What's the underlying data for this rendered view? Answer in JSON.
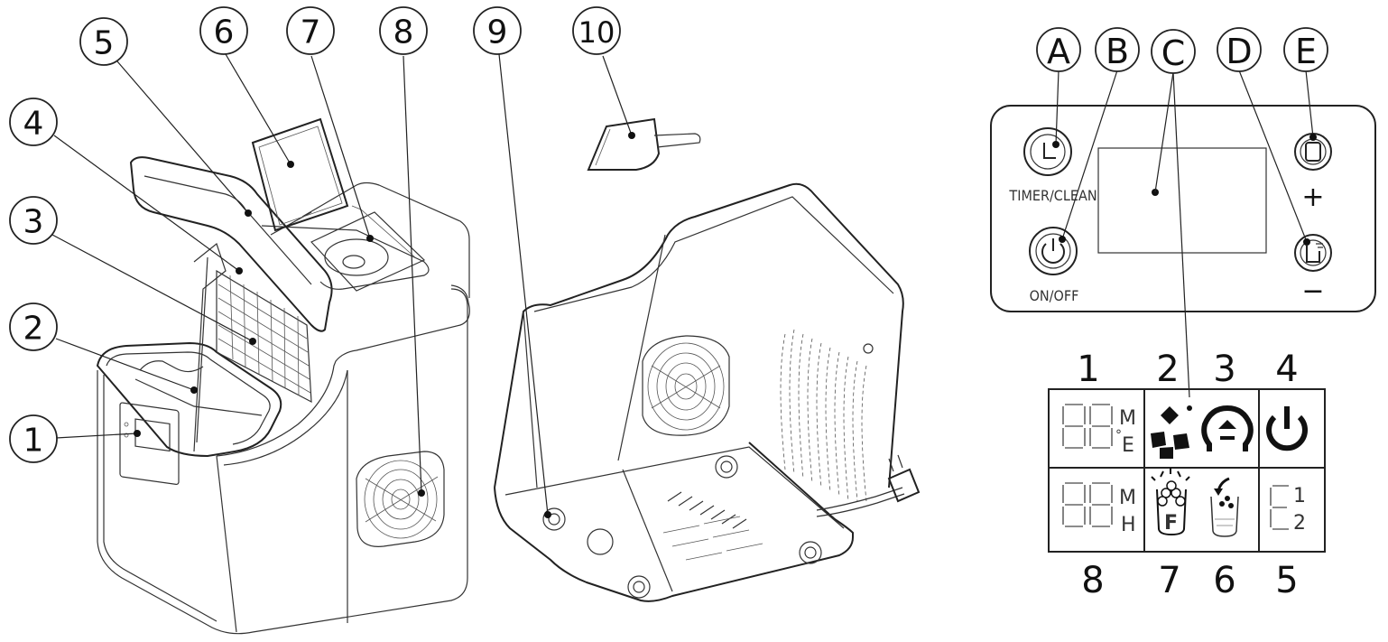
{
  "callouts": [
    {
      "id": 1,
      "label": "1"
    },
    {
      "id": 2,
      "label": "2"
    },
    {
      "id": 3,
      "label": "3"
    },
    {
      "id": 4,
      "label": "4"
    },
    {
      "id": 5,
      "label": "5"
    },
    {
      "id": 6,
      "label": "6"
    },
    {
      "id": 7,
      "label": "7"
    },
    {
      "id": 8,
      "label": "8"
    },
    {
      "id": 9,
      "label": "9"
    },
    {
      "id": 10,
      "label": "10"
    }
  ],
  "control_panel": {
    "letters": [
      "A",
      "B",
      "C",
      "D",
      "E"
    ],
    "timer_clean_label": "TIMER/CLEAN",
    "on_off_label": "ON/OFF",
    "plus_label": "+",
    "minus_label": "−"
  },
  "display": {
    "top_numbers": [
      "1",
      "2",
      "3",
      "4"
    ],
    "bottom_numbers": [
      "8",
      "7",
      "6",
      "5"
    ],
    "digit_top_unit_m": "M",
    "digit_top_unit_e": "E",
    "digit_top_degree": "°",
    "digit_bottom_unit_m": "M",
    "digit_bottom_unit_h": "H",
    "full_label": "F",
    "error_label": "E",
    "error_one": "1",
    "error_two": "2"
  }
}
